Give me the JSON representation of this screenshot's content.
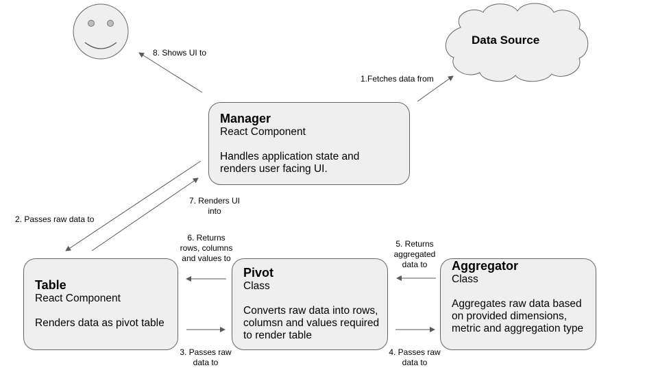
{
  "nodes": {
    "data_source": "Data Source",
    "manager": {
      "title": "Manager",
      "subtitle": "React Component",
      "description": "Handles application state and renders user facing UI."
    },
    "table": {
      "title": "Table",
      "subtitle": "React Component",
      "description": "Renders data as pivot table"
    },
    "pivot": {
      "title": "Pivot",
      "subtitle": "Class",
      "description": "Converts raw data into rows, columsn and values required to render table"
    },
    "aggregator": {
      "title": "Aggregator",
      "subtitle": "Class",
      "description": "Aggregates raw data based on provided dimensions, metric and aggregation type"
    }
  },
  "edges": {
    "e1": "1.Fetches data from",
    "e2": "2. Passes raw data to",
    "e3": "3. Passes raw\ndata to",
    "e4": "4. Passes raw\ndata to",
    "e5": "5. Returns\naggregated\ndata to",
    "e6": "6. Returns\nrows, columns\nand values to",
    "e7": "7. Renders UI\ninto",
    "e8": "8. Shows UI to"
  },
  "colors": {
    "box_fill": "#efefef",
    "border": "#666666",
    "arrow": "#595959"
  }
}
